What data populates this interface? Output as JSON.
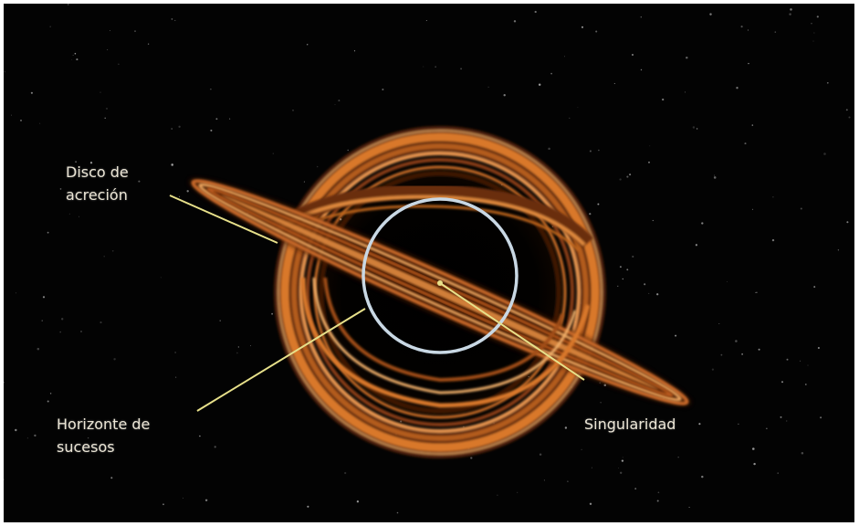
{
  "labels": {
    "accretion_disk": "Disco de\nacreción",
    "event_horizon": "Horizonte de\nsucesos",
    "singularity": "Singularidad"
  },
  "colors": {
    "background": "#030303",
    "disk_orange": "#d9782a",
    "disk_highlight": "#f2b06a",
    "disk_dark": "#6b2e0d",
    "horizon_circle": "#c9d8e4",
    "pointer_line": "#e7e08a",
    "label_text": "#ece6d6"
  }
}
